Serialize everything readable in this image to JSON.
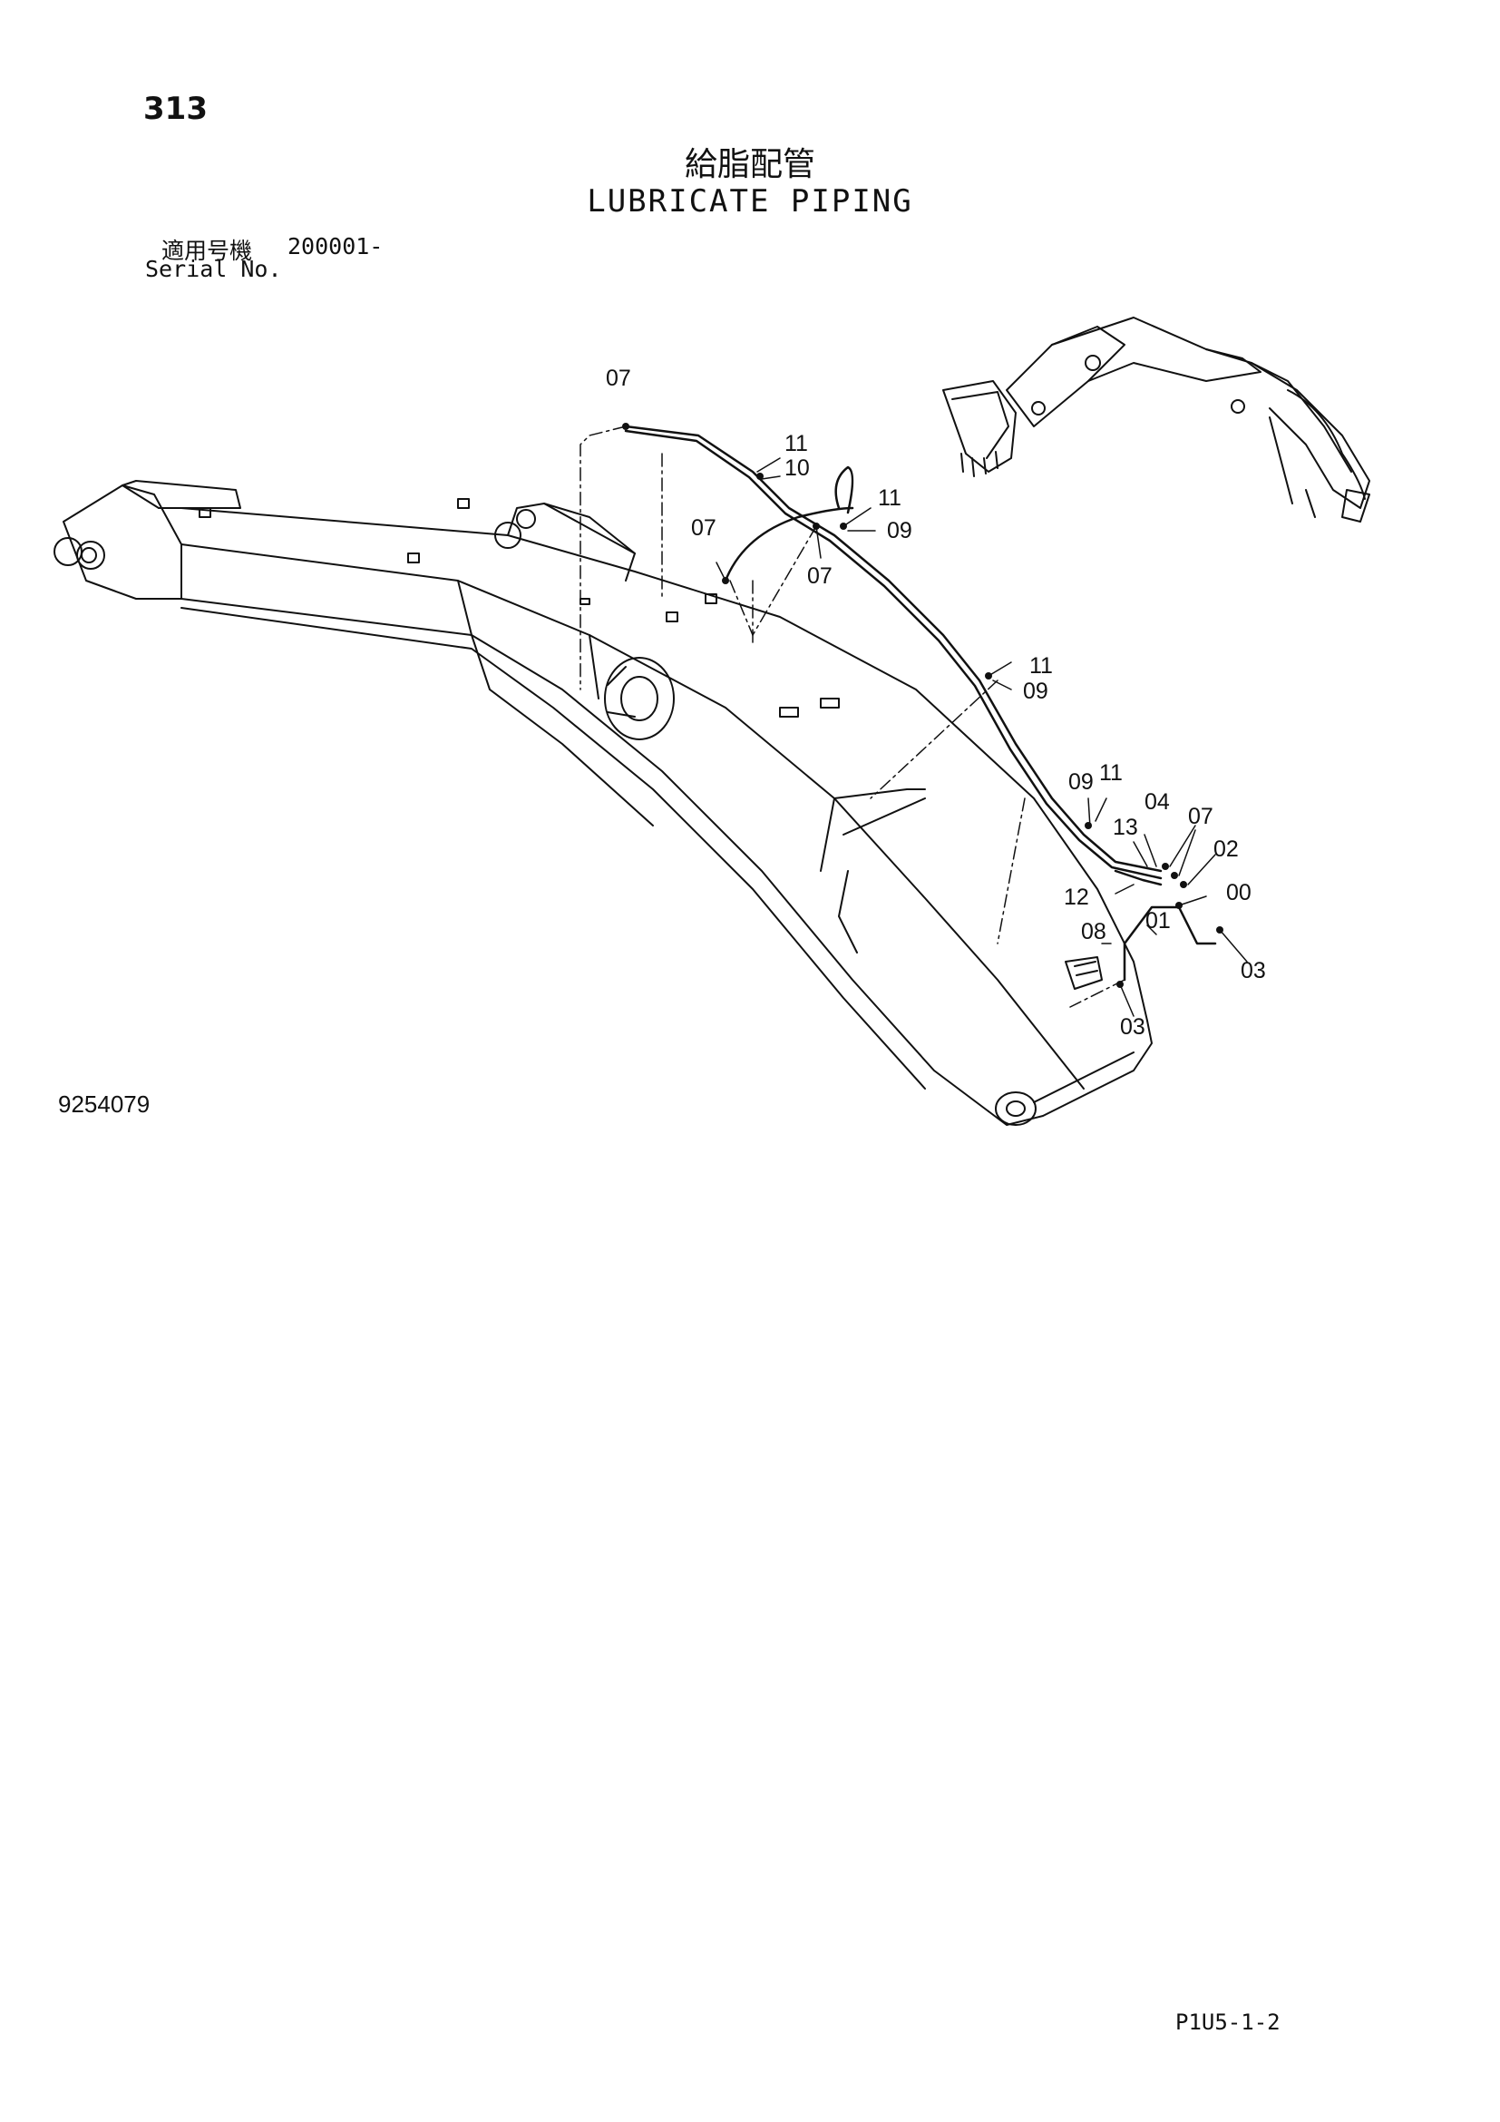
{
  "page": {
    "number": "313",
    "title_jp": "給脂配管",
    "title_en": "LUBRICATE PIPING",
    "serial_label_jp": "適用号機",
    "serial_range": "200001-",
    "serial_label_en": "Serial No.",
    "drawing_number": "9254079",
    "page_code": "P1U5-1-2"
  },
  "callouts": [
    "07",
    "11",
    "10",
    "07",
    "11",
    "09",
    "07",
    "11",
    "09",
    "09",
    "11",
    "04",
    "07",
    "13",
    "02",
    "12",
    "00",
    "08",
    "01",
    "03",
    "03"
  ],
  "colors": {
    "line": "#111111",
    "background": "#ffffff"
  }
}
